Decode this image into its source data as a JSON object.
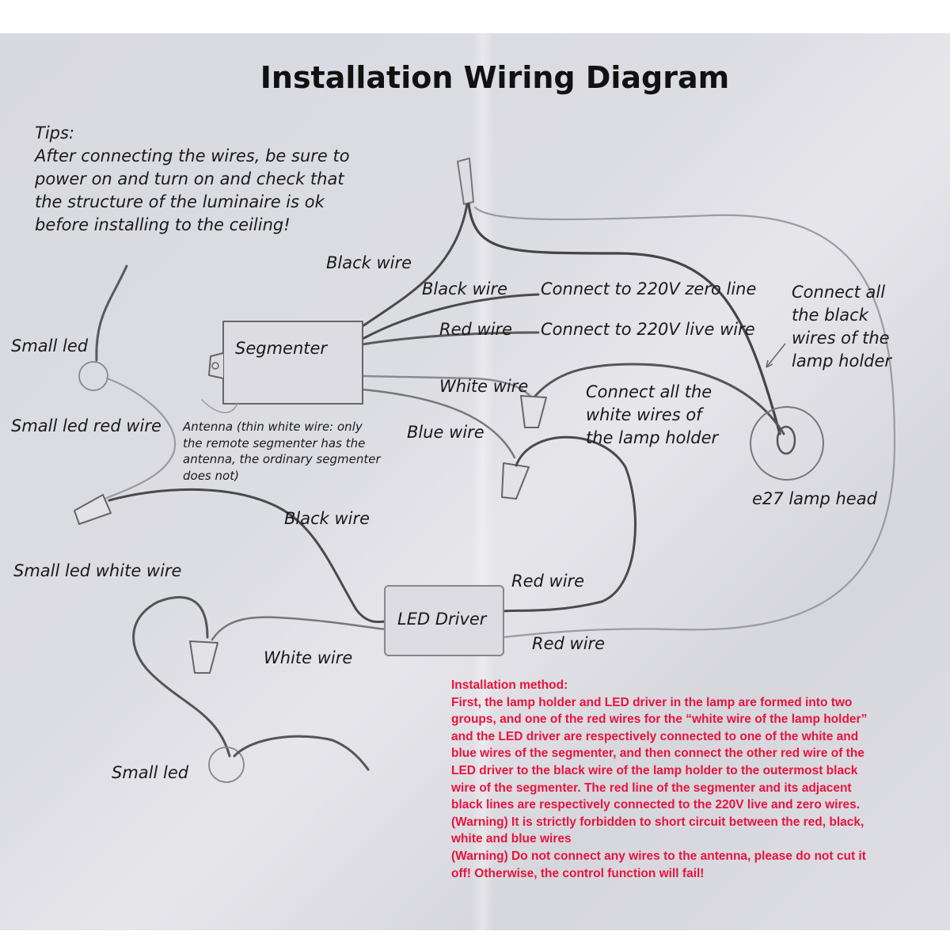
{
  "title": "Installation Wiring Diagram",
  "tips": [
    "Tips:",
    "After connecting the wires, be sure to",
    "power on and turn on and check that",
    "the structure of the luminaire is ok",
    "before installing to the ceiling!"
  ],
  "labels": {
    "black_wire_top": "Black wire",
    "black_wire_2": "Black wire",
    "zero_line": "Connect to 220V zero line",
    "red_wire_top": "Red wire",
    "live_wire": "Connect to 220V live wire",
    "connect_black": [
      "Connect all",
      "the black",
      "wires of the",
      "lamp holder"
    ],
    "segmenter": "Segmenter",
    "small_led_top": "Small led",
    "small_led_red_wire": "Small led red wire",
    "white_wire_top": "White wire",
    "blue_wire": "Blue wire",
    "connect_white": [
      "Connect all the",
      "white wires of",
      "the lamp holder"
    ],
    "antenna": [
      "Antenna (thin white wire: only",
      "the remote segmenter has the",
      "antenna, the ordinary segmenter",
      "does not)"
    ],
    "e27": "e27 lamp head",
    "black_wire_mid": "Black wire",
    "small_led_white_wire": "Small led white wire",
    "red_wire_driver_top": "Red wire",
    "led_driver": "LED Driver",
    "red_wire_driver_bottom": "Red wire",
    "white_wire_bottom": "White wire",
    "small_led_bottom": "Small led"
  },
  "method": [
    "Installation method:",
    "First, the lamp holder and LED driver in the lamp are formed into two",
    "groups, and one of the red wires for the “white wire of the lamp holder”",
    "and the LED driver are respectively connected to one of the white and",
    "blue wires of the segmenter, and then connect the other red wire of the",
    "LED driver to the black wire of the lamp holder to the outermost black",
    "wire of the segmenter. The red line of the segmenter and its adjacent",
    "black lines are respectively connected to the 220V live and zero wires.",
    "(Warning) It is strictly forbidden to short circuit between the red, black,",
    "white and blue wires",
    "(Warning) Do not connect any wires to the antenna, please do not cut it",
    "off! Otherwise, the control function will fail!"
  ],
  "colors": {
    "wire": "#4a4a4a",
    "wire_light": "#9a9aa0",
    "method_text": "#e8143c"
  }
}
